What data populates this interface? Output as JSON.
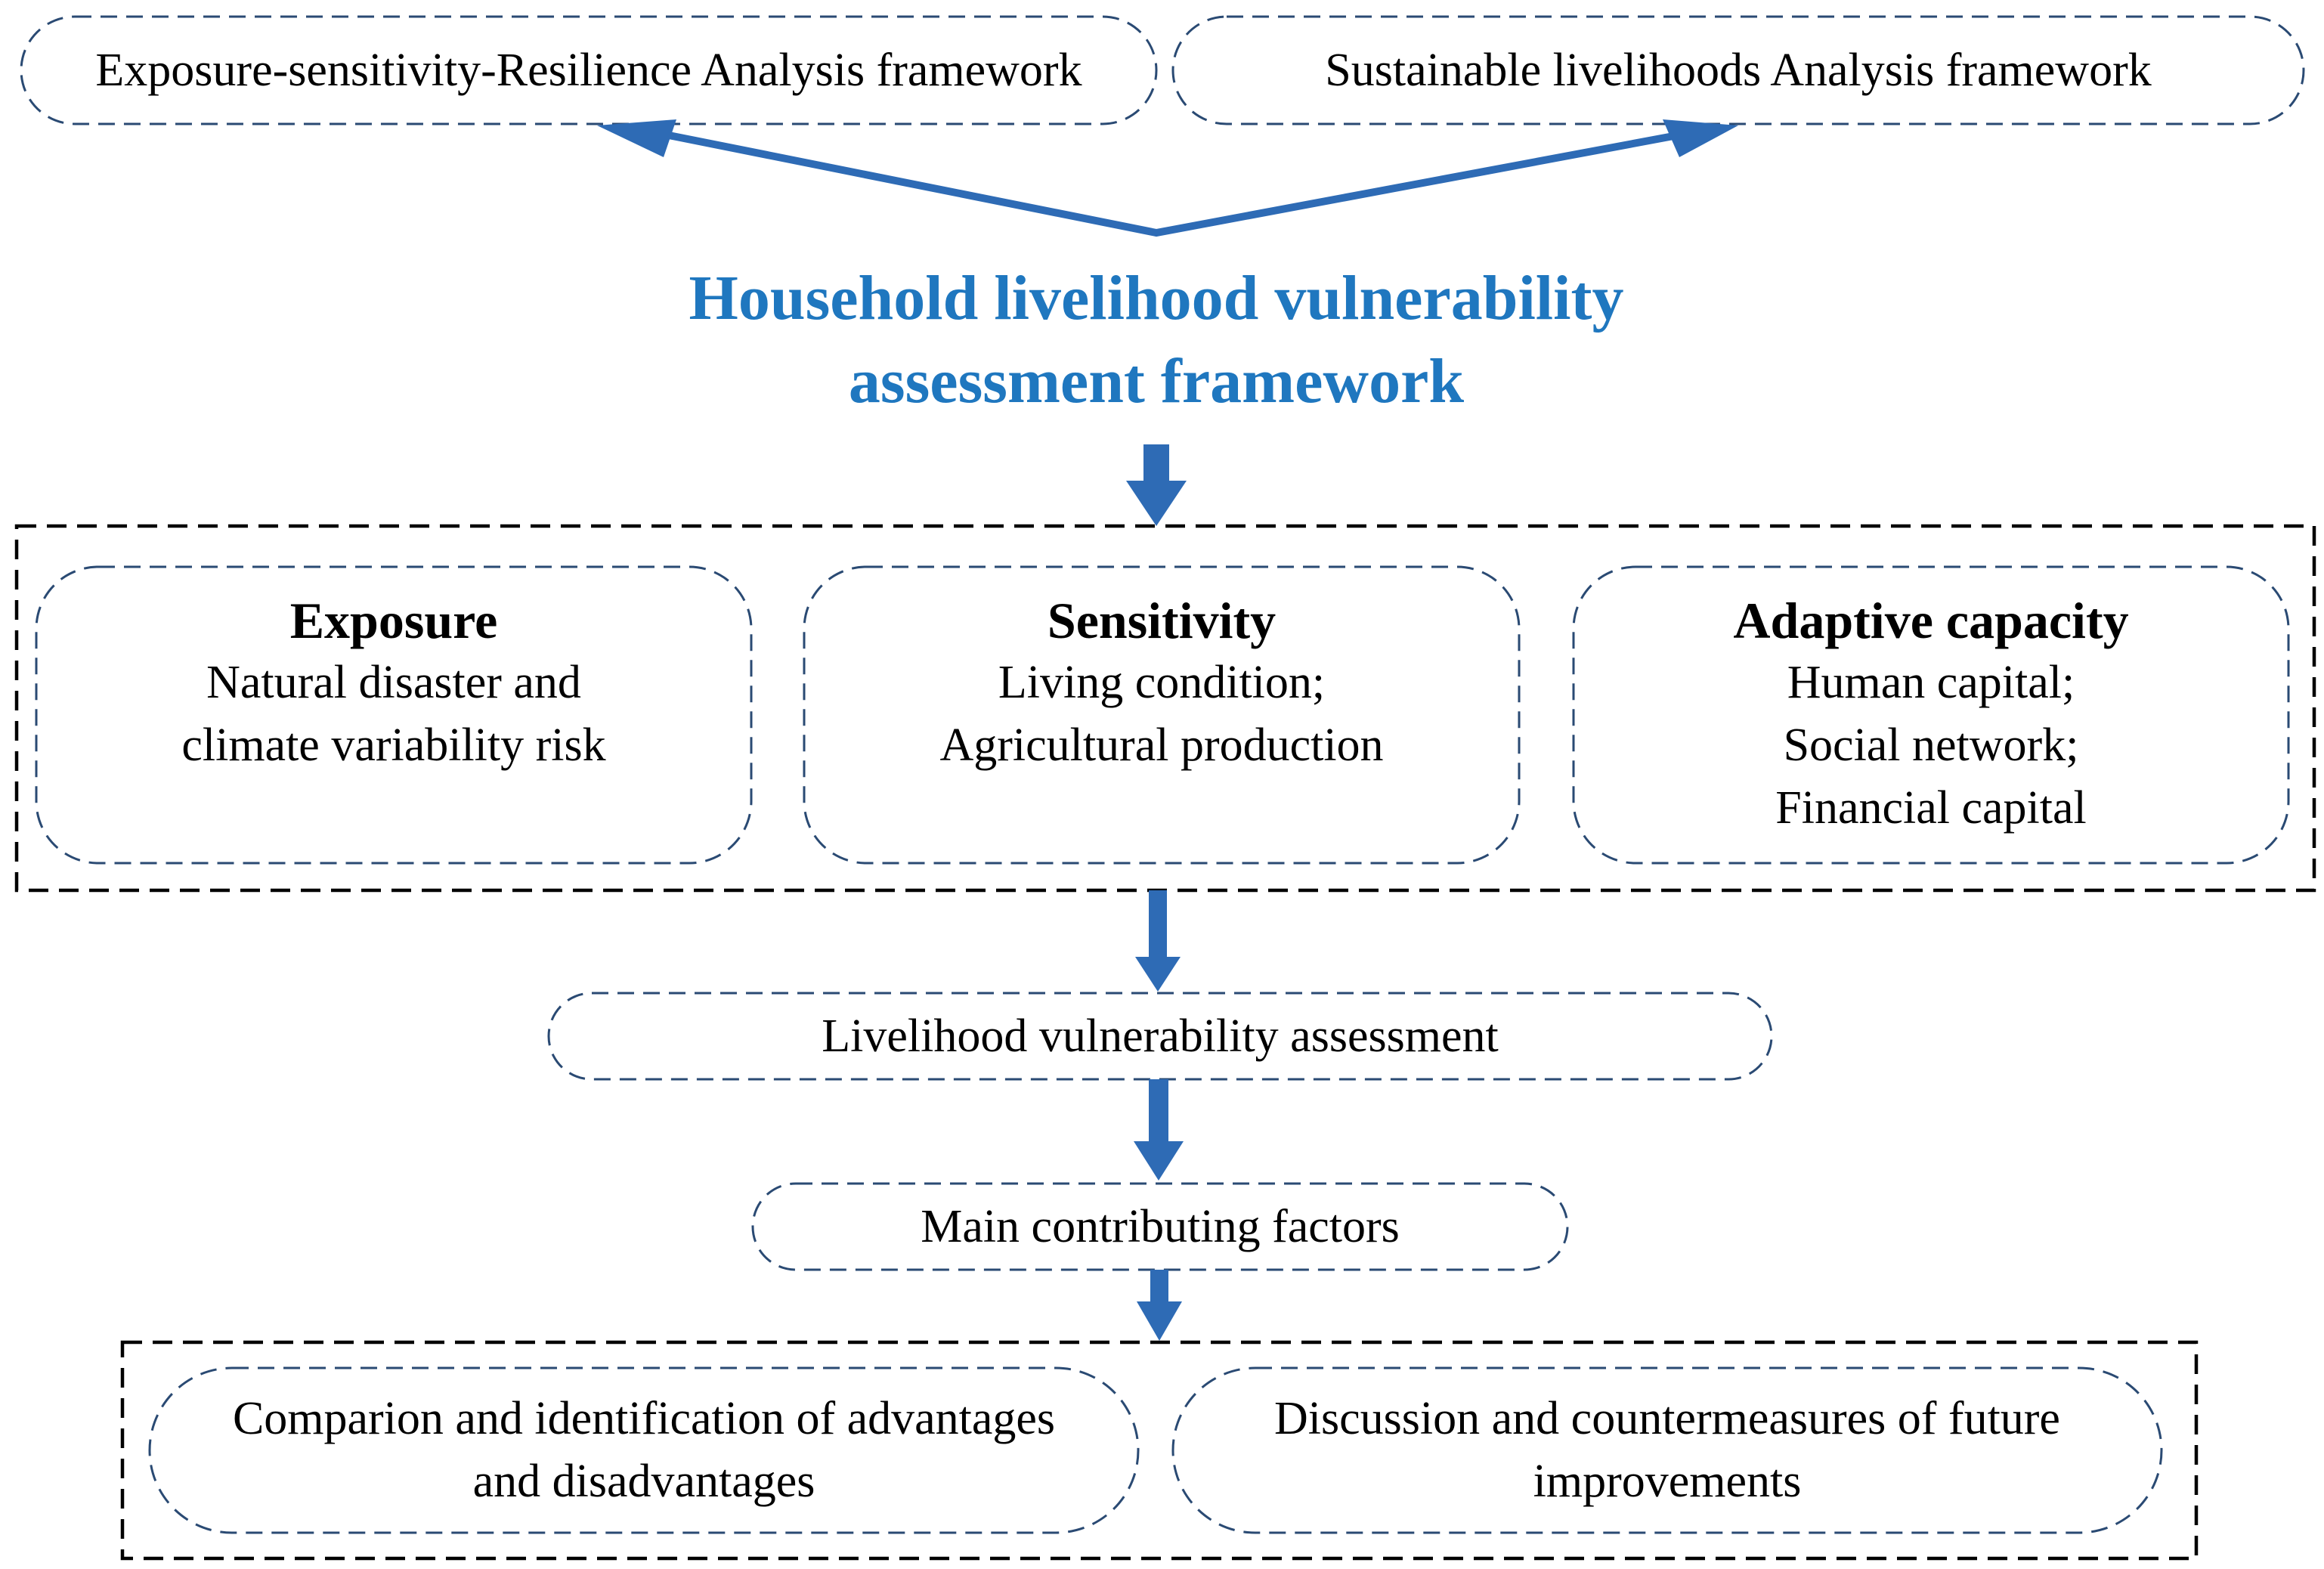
{
  "frameworks": {
    "left": "Exposure-sensitivity-Resilience Analysis framework",
    "right": "Sustainable livelihoods Analysis framework"
  },
  "main_title": {
    "line1": "Household livelihood vulnerability",
    "line2": "assessment framework",
    "color": "#1f77bf"
  },
  "components": {
    "exposure": {
      "title": "Exposure",
      "lines": [
        "Natural disaster and",
        "climate variability risk"
      ]
    },
    "sensitivity": {
      "title": "Sensitivity",
      "lines": [
        "Living condition;",
        "Agricultural production"
      ]
    },
    "adaptive": {
      "title": "Adaptive capacity",
      "lines": [
        "Human capital;",
        "Social network;",
        "Financial capital"
      ]
    }
  },
  "steps": {
    "assessment": "Livelihood vulnerability assessment",
    "factors": "Main contributing factors"
  },
  "outcomes": {
    "left": [
      "Comparion and identification of advantages",
      "and disadvantages"
    ],
    "right": [
      "Discussion and countermeasures of future",
      "improvements"
    ]
  },
  "colors": {
    "arrow": "#2e6bb5",
    "box_border": "#2a4a73",
    "group_border": "#000000"
  }
}
